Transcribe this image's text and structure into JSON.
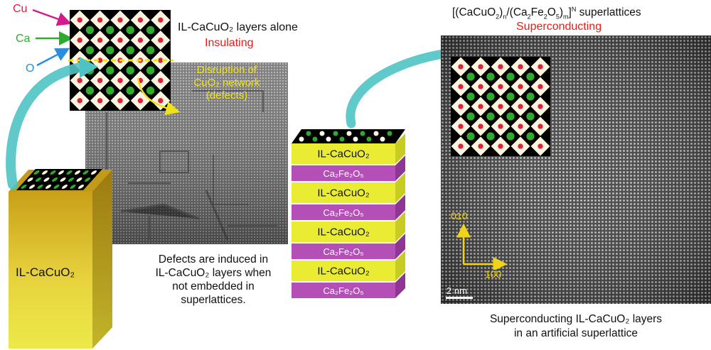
{
  "labels": {
    "cu": "Cu",
    "ca": "Ca",
    "o": "O",
    "layers_alone": "IL-CaCuO₂ layers alone",
    "insulating": "Insulating",
    "disruption": "Disruption of CuO₂ network (defects)",
    "disruption_lines": [
      "Disruption of",
      "CuO₂ network",
      "(defects)"
    ],
    "bulk_label": "IL-CaCuO₂",
    "defects_caption_lines": [
      "Defects are induced in",
      "IL-CaCuO₂ layers when",
      "not embedded in",
      "superlattices."
    ],
    "superlattice_title": "[(CaCuO₂)ₙ/(Ca₂Fe₂O₅)ₘ]ᴺ superlattices",
    "superconducting": "Superconducting",
    "axis_010": "010",
    "axis_100": "100",
    "scale_bar": "2 nm",
    "bottom_caption_lines": [
      "Superconducting IL-CaCuO₂ layers",
      "in an artificial superlattice"
    ],
    "stack_layers": [
      "IL-CaCuO₂",
      "Ca₂Fe₂O₅",
      "IL-CaCuO₂",
      "Ca₂Fe₂O₅",
      "IL-CaCuO₂",
      "Ca₂Fe₂O₅",
      "IL-CaCuO₂",
      "Ca₂Fe₂O₅"
    ]
  },
  "colors": {
    "cu": "#e01f3d",
    "ca": "#2faa2f",
    "o": "#2a8ee0",
    "cu_arrow": "#d61a8c",
    "insulating": "#e0201b",
    "superconducting": "#e0201b",
    "disruption_text": "#f0e21a",
    "axis": "#f0d41a",
    "teal_arrow": "#4fc3c4",
    "yellow_layer": "#e9ec33",
    "magenta_layer": "#b44fb8",
    "gold_block": "#d8b21c"
  }
}
